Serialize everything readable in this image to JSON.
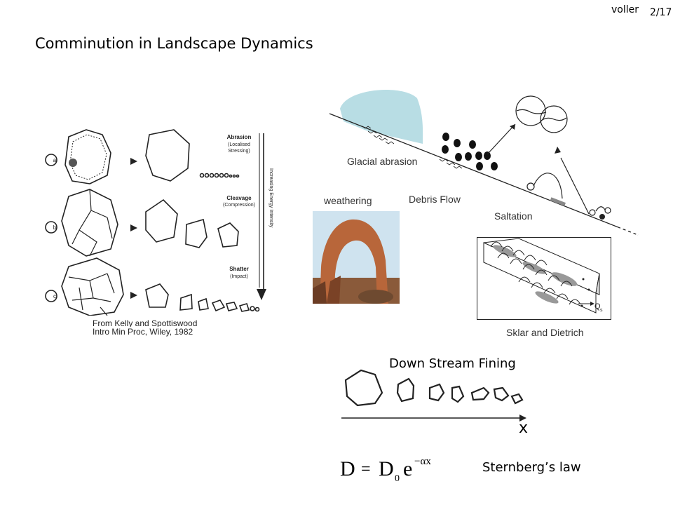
{
  "header": {
    "author": "voller",
    "page": "2/17"
  },
  "title": "Comminution in Landscape Dynamics",
  "left_figure": {
    "labels": {
      "a": "a",
      "b": "b",
      "c": "c",
      "abrasion_title": "Abrasion",
      "abrasion_sub1": "(Localised",
      "abrasion_sub2": "Stressing)",
      "cleavage_title": "Cleavage",
      "cleavage_sub": "(Compression)",
      "shatter_title": "Shatter",
      "shatter_sub": "(Impact)",
      "axis_label": "Increasing  Energy  Intensity"
    },
    "credit_line1": "From Kelly and Spottiswood",
    "credit_line2": "Intro Min Proc, Wiley, 1982"
  },
  "landscape": {
    "glacial": "Glacial abrasion",
    "debris": "Debris Flow",
    "weathering": "weathering",
    "saltation": "Saltation",
    "qs": "Q",
    "qs_sub": "s",
    "citation": "Sklar and Dietrich"
  },
  "fining": {
    "title": "Down Stream Fining",
    "axis": "x"
  },
  "law": {
    "formula_lhs": "D",
    "formula_d0": "D",
    "formula_sub": "0",
    "formula_e": "e",
    "formula_exp": "−αx",
    "name": "Sternberg’s law"
  },
  "colors": {
    "glacier": "#b8dde4",
    "ink": "#222222",
    "arch": "#b8663a",
    "sky": "#cfe3ef"
  }
}
